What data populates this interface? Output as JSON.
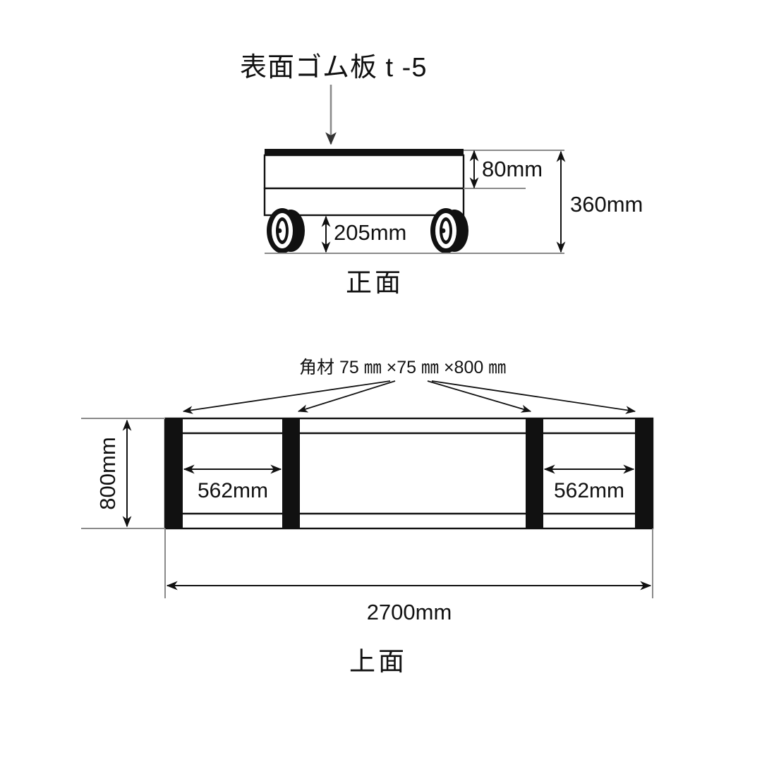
{
  "document": {
    "kind": "engineering-drawing",
    "subject": "flat-bed platform cart with casters",
    "background_color": "#ffffff",
    "line_color": "#111111",
    "extension_line_color": "#8a8a8a"
  },
  "annotations": {
    "rubber_sheet_note": "表面ゴム板 t -5",
    "timber_note": "角材 75 ㎜ ×75 ㎜ ×800 ㎜"
  },
  "front_view": {
    "caption": "正面",
    "dimensions": {
      "deck_thickness": "80mm",
      "wheel_clearance": "205mm",
      "overall_height": "360mm"
    },
    "casters": {
      "count": 2,
      "style": "dual-wheel swivel caster"
    }
  },
  "top_view": {
    "caption": "上面",
    "dimensions": {
      "width": "800mm",
      "length": "2700mm",
      "bay_left": "562mm",
      "bay_right": "562mm"
    },
    "posts": {
      "count": 4,
      "fill": "#111111"
    }
  }
}
